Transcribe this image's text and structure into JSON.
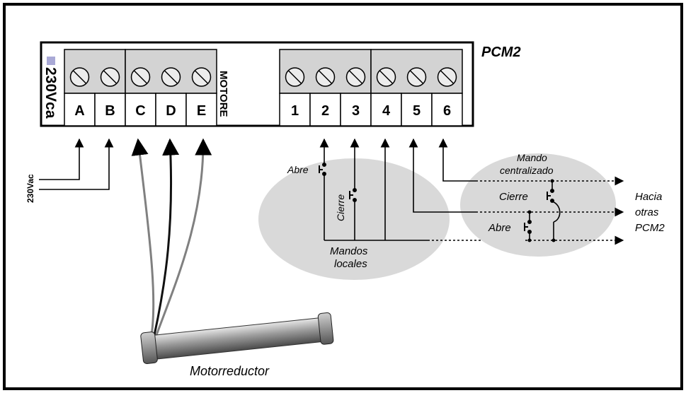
{
  "board": {
    "model": "PCM2",
    "supply_label": "230Vca",
    "motor_label": "MOTORE",
    "left_terminals": [
      "A",
      "B",
      "C",
      "D",
      "E"
    ],
    "right_terminals": [
      "1",
      "2",
      "3",
      "4",
      "5",
      "6"
    ]
  },
  "wiring": {
    "supply_input": "230Vac",
    "motor": "Motorreductor"
  },
  "local_controls": {
    "open": "Abre",
    "close": "Cierre",
    "title_line1": "Mandos",
    "title_line2": "locales"
  },
  "central_control": {
    "title_line1": "Mando",
    "title_line2": "centralizado",
    "close": "Cierre",
    "open": "Abre"
  },
  "outputs": {
    "line1": "Hacia",
    "line2": "otras",
    "line3": "PCM2"
  },
  "colors": {
    "frame": "#000000",
    "terminal_fill": "#d3d3d3",
    "ellipse_fill": "#d9d9d9",
    "supply_marker": "#a9a9d6",
    "motor_wire_gray": "#808080",
    "motor_wire_dark": "#111111"
  }
}
